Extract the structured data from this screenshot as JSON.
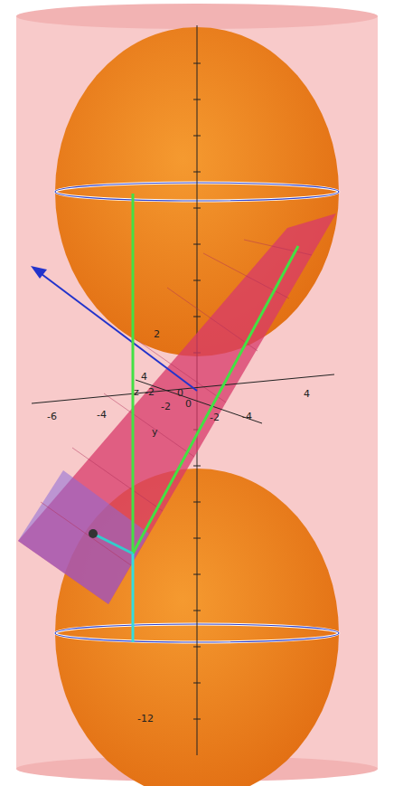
{
  "diagram": {
    "labels": [
      "2",
      "4",
      "z",
      "-2",
      "0",
      "0",
      "-2",
      "-6",
      "-4",
      "y",
      "-2",
      "-4",
      "4",
      "-12"
    ]
  }
}
